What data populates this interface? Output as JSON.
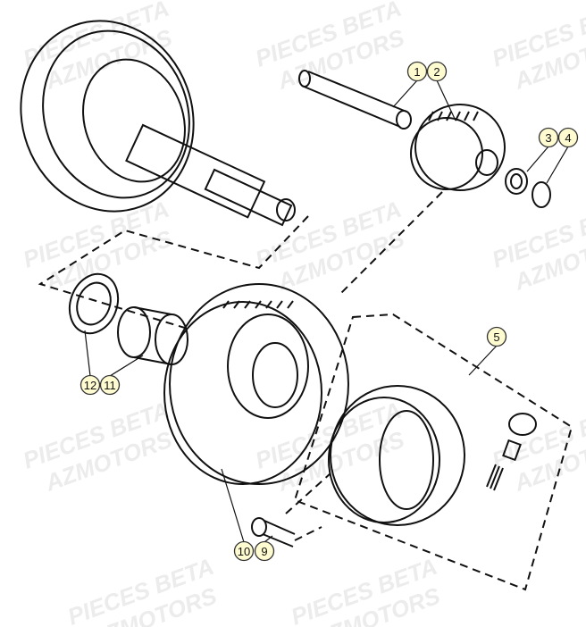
{
  "watermark": {
    "line1": "PIECES BETA",
    "line2": "AZMOTORS"
  },
  "callouts": [
    {
      "label": "1"
    },
    {
      "label": "2"
    },
    {
      "label": "3"
    },
    {
      "label": "4"
    },
    {
      "label": "5"
    },
    {
      "label": "12"
    },
    {
      "label": "11"
    },
    {
      "label": "10"
    },
    {
      "label": "9"
    }
  ],
  "colors": {
    "callout_fill": "#fffbd0",
    "line": "#111111",
    "watermark": "#ececec"
  }
}
